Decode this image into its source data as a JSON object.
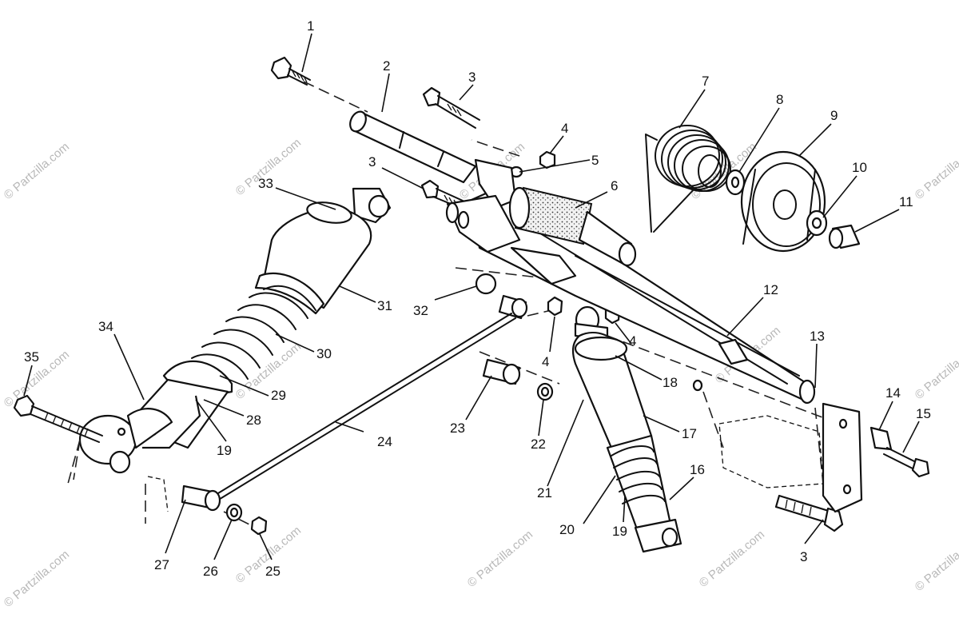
{
  "watermark": "© Partzilla.com",
  "callouts": {
    "c1": "1",
    "c2": "2",
    "c3a": "3",
    "c3b": "3",
    "c3c": "3",
    "c4a": "4",
    "c4b": "4",
    "c4c": "4",
    "c5": "5",
    "c6": "6",
    "c7": "7",
    "c8": "8",
    "c9": "9",
    "c10": "10",
    "c11": "11",
    "c12": "12",
    "c13": "13",
    "c14": "14",
    "c15": "15",
    "c16": "16",
    "c17": "17",
    "c18": "18",
    "c19a": "19",
    "c19b": "19",
    "c20": "20",
    "c21": "21",
    "c22": "22",
    "c23": "23",
    "c24": "24",
    "c25": "25",
    "c26": "26",
    "c27": "27",
    "c28": "28",
    "c29": "29",
    "c30": "30",
    "c31": "31",
    "c32": "32",
    "c33": "33",
    "c34": "34",
    "c35": "35"
  }
}
